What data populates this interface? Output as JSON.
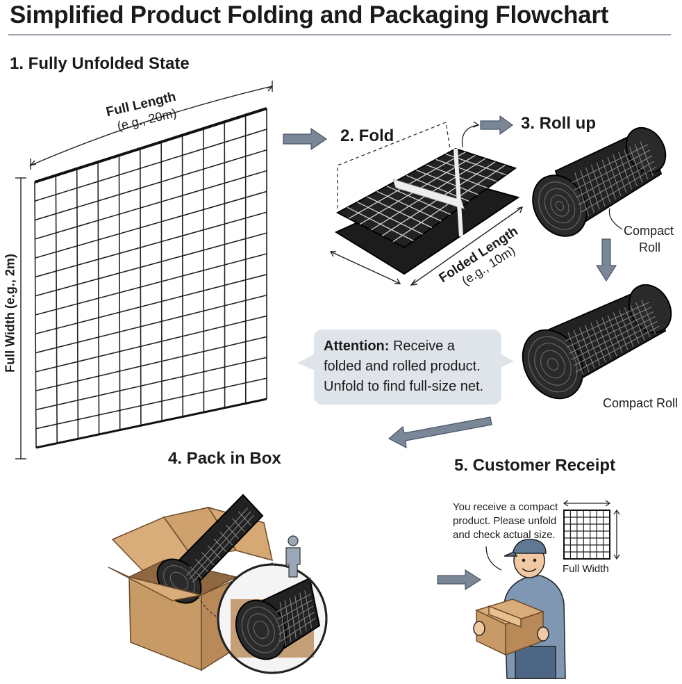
{
  "title": "Simplified Product Folding and Packaging Flowchart",
  "steps": {
    "s1": "1. Fully Unfolded State",
    "s2": "2. Fold",
    "s3": "3. Roll up",
    "s4": "4. Pack in Box",
    "s5": "5. Customer Receipt"
  },
  "labels": {
    "full_length": "Full Length",
    "full_length_eg": "(e.g., 20m)",
    "full_width": "Full Width (e.g., 2m)",
    "folded_length": "Folded Length",
    "folded_length_eg": "(e.g., 10m)",
    "compact_roll_1a": "Compact",
    "compact_roll_1b": "Roll",
    "compact_roll_2": "Compact Roll",
    "receipt_note_1": "You receive a compact",
    "receipt_note_2": "product. Please unfold",
    "receipt_note_3": "and check actual size.",
    "full_width_small": "Full Width"
  },
  "callout": {
    "bold": "Attention:",
    "line1": " Receive a",
    "line2": "folded and rolled product.",
    "line3": "Unfold to find full-size net."
  },
  "colors": {
    "arrow": "#7a8796",
    "net": "#1a1a1a",
    "box": "#c89a66",
    "callout_bg": "#dfe4ea"
  }
}
